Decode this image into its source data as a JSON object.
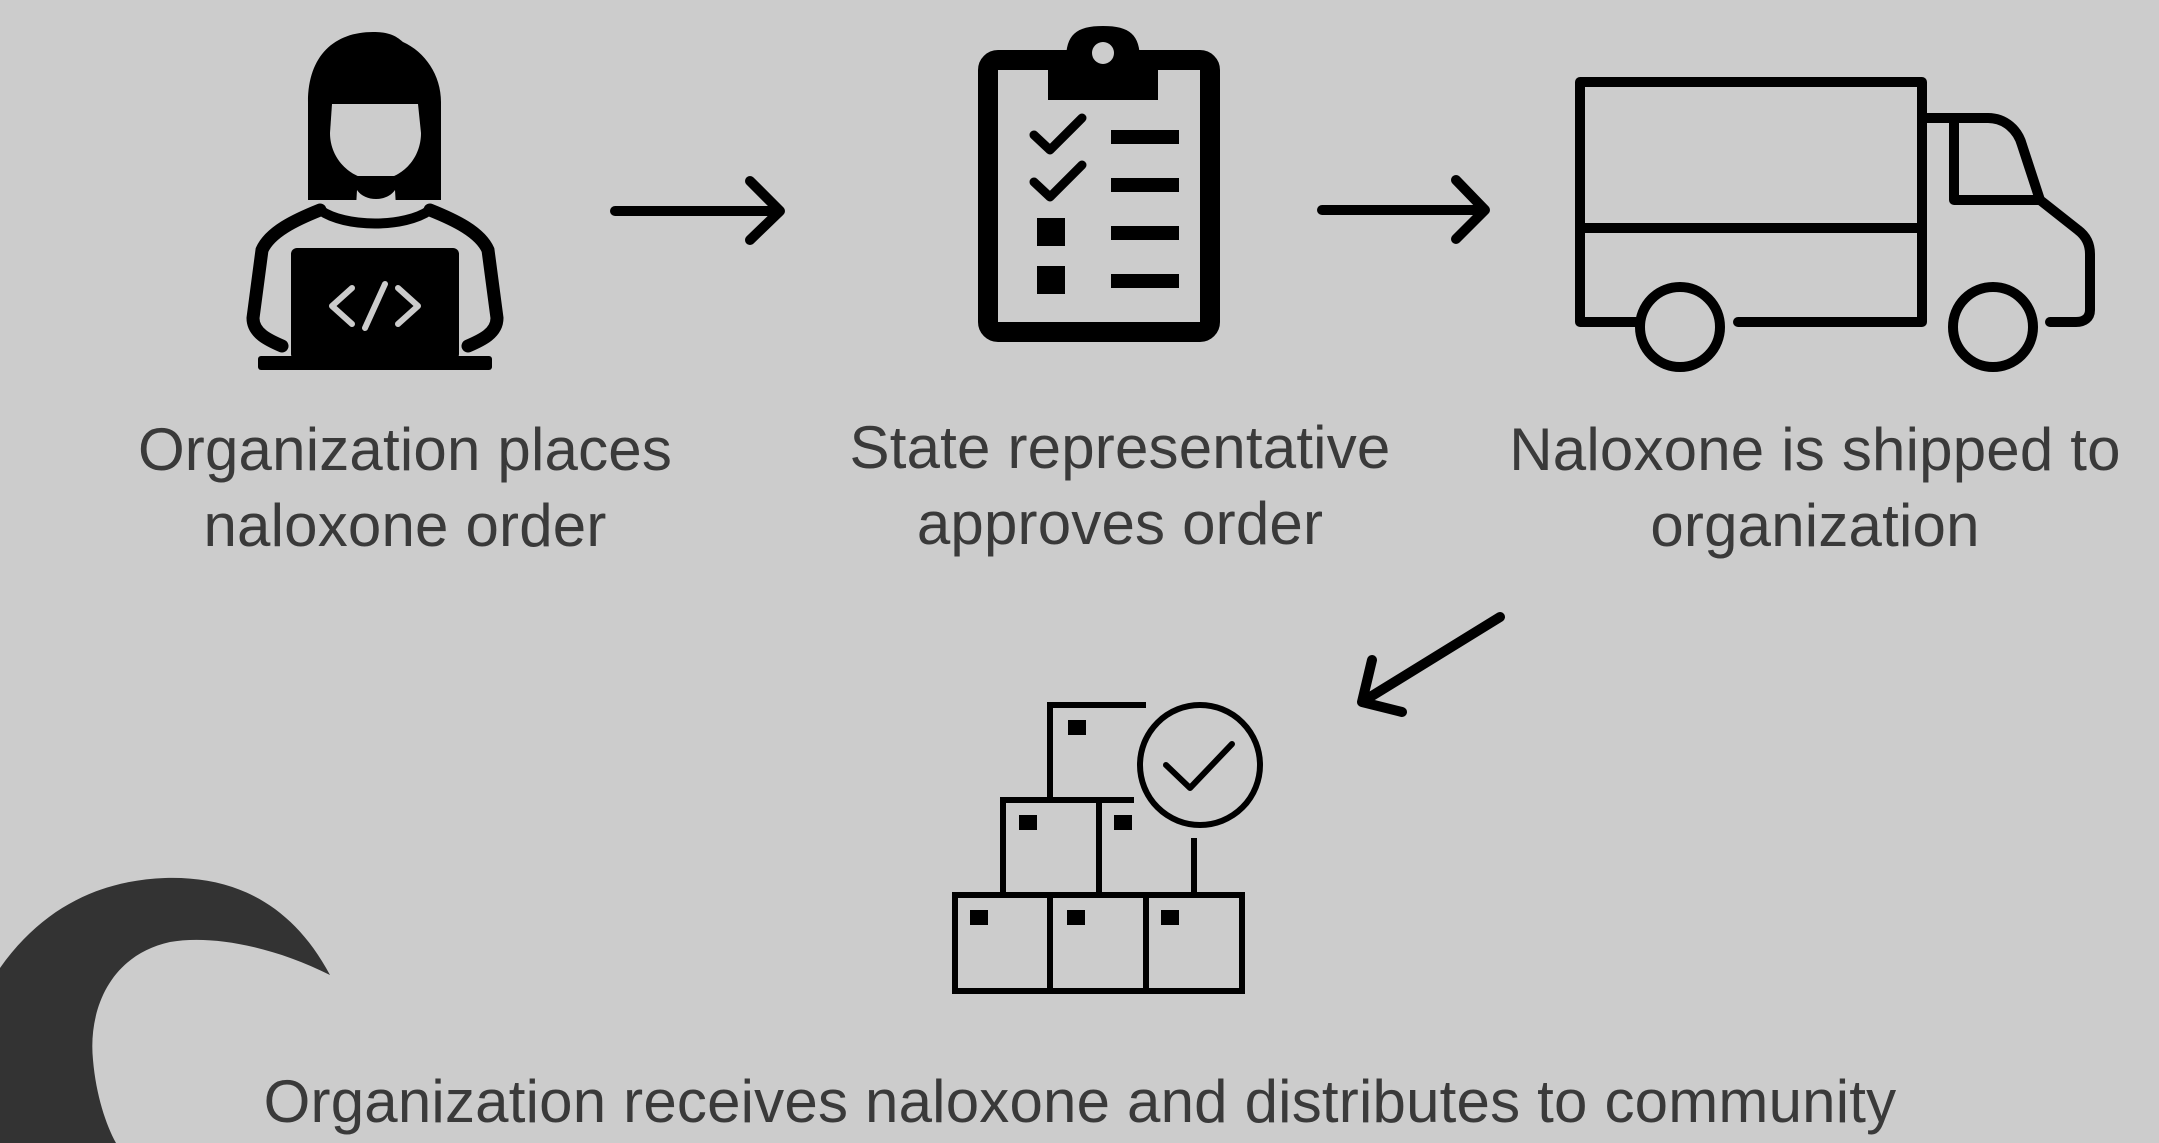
{
  "steps": [
    {
      "icon": "person-laptop-icon",
      "label": "Organization places\nnaloxone order"
    },
    {
      "icon": "clipboard-checklist-icon",
      "label": "State representative\napproves order"
    },
    {
      "icon": "delivery-truck-icon",
      "label": "Naloxone is shipped to\norganization"
    },
    {
      "icon": "boxes-check-icon",
      "label": "Organization receives naloxone and distributes to community"
    }
  ],
  "colors": {
    "background": "#cccccc",
    "icon": "#000000",
    "text": "#3a3a3a",
    "decoration": "#333333"
  }
}
